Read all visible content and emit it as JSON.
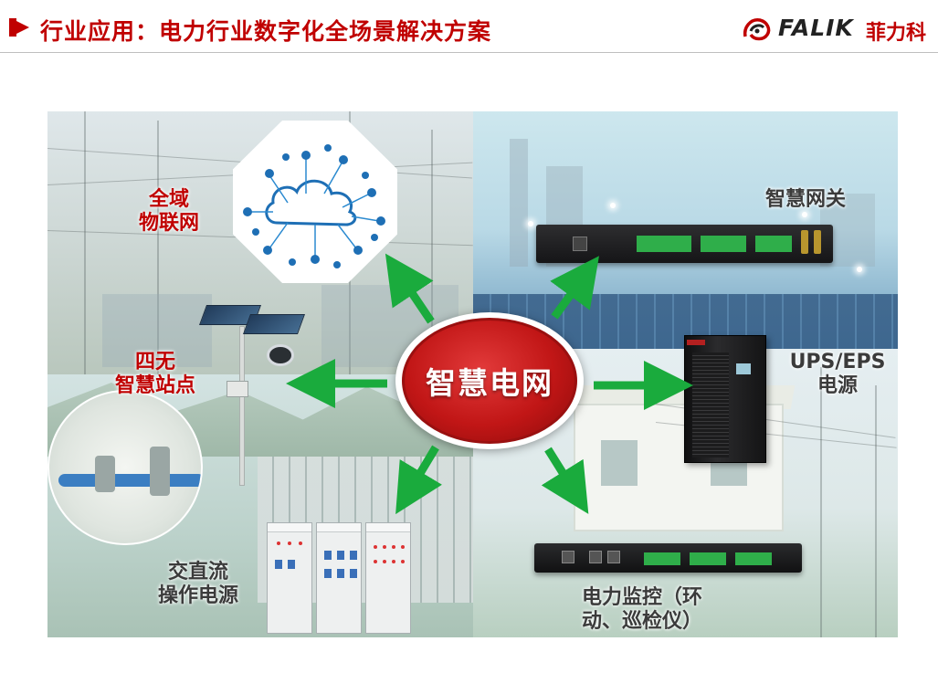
{
  "header": {
    "title": "行业应用：电力行业数字化全场景解决方案",
    "logo_text": "FALIK",
    "logo_cn": "菲力科"
  },
  "center": {
    "label": "智慧电网"
  },
  "nodes": {
    "iot": {
      "line1": "全域",
      "line2": "物联网"
    },
    "station": {
      "line1": "四无",
      "line2": "智慧站点"
    },
    "acdc": {
      "line1": "交直流",
      "line2": "操作电源"
    },
    "gateway": {
      "line1": "智慧网关"
    },
    "ups": {
      "line1": "UPS/EPS",
      "line2": "电源"
    },
    "monitor": {
      "line1": "电力监控（环",
      "line2": "动、巡检仪）"
    }
  },
  "colors": {
    "title_red": "#c00000",
    "arrow_green": "#1aab3d",
    "center_red": "#c11616"
  },
  "icons": [
    "cloud-icon",
    "logo-icon"
  ]
}
